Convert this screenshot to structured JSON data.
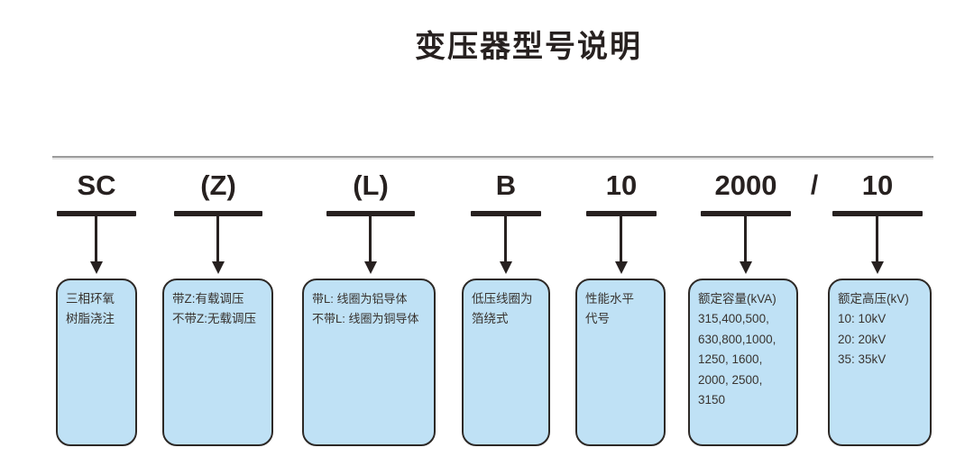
{
  "title": "变压器型号说明",
  "separator": "/",
  "colors": {
    "box_fill": "#bfe1f5",
    "box_border": "#2d2926",
    "ink": "#272120",
    "divider_gray": "#9b9b9b",
    "box_text": "#38332f"
  },
  "columns": [
    {
      "code": "SC",
      "meaning": [
        "三相环氧",
        "树脂浇注"
      ]
    },
    {
      "code": "(Z)",
      "meaning": [
        "带Z:有载调压",
        "不带Z:无载调压"
      ]
    },
    {
      "code": "(L)",
      "meaning": [
        "带L: 线圈为铝导体",
        "不带L: 线圈为铜导体"
      ]
    },
    {
      "code": "B",
      "meaning": [
        "低压线圈为",
        "箔绕式"
      ]
    },
    {
      "code": "10",
      "meaning": [
        "性能水平",
        "代号"
      ]
    },
    {
      "code": "2000",
      "meaning": [
        "额定容量(kVA)",
        "315,400,500,",
        "630,800,1000,",
        "1250, 1600,",
        "2000, 2500,",
        "3150"
      ]
    },
    {
      "code": "10",
      "meaning": [
        "额定高压(kV)",
        "10: 10kV",
        "20: 20kV",
        "35: 35kV"
      ]
    }
  ]
}
